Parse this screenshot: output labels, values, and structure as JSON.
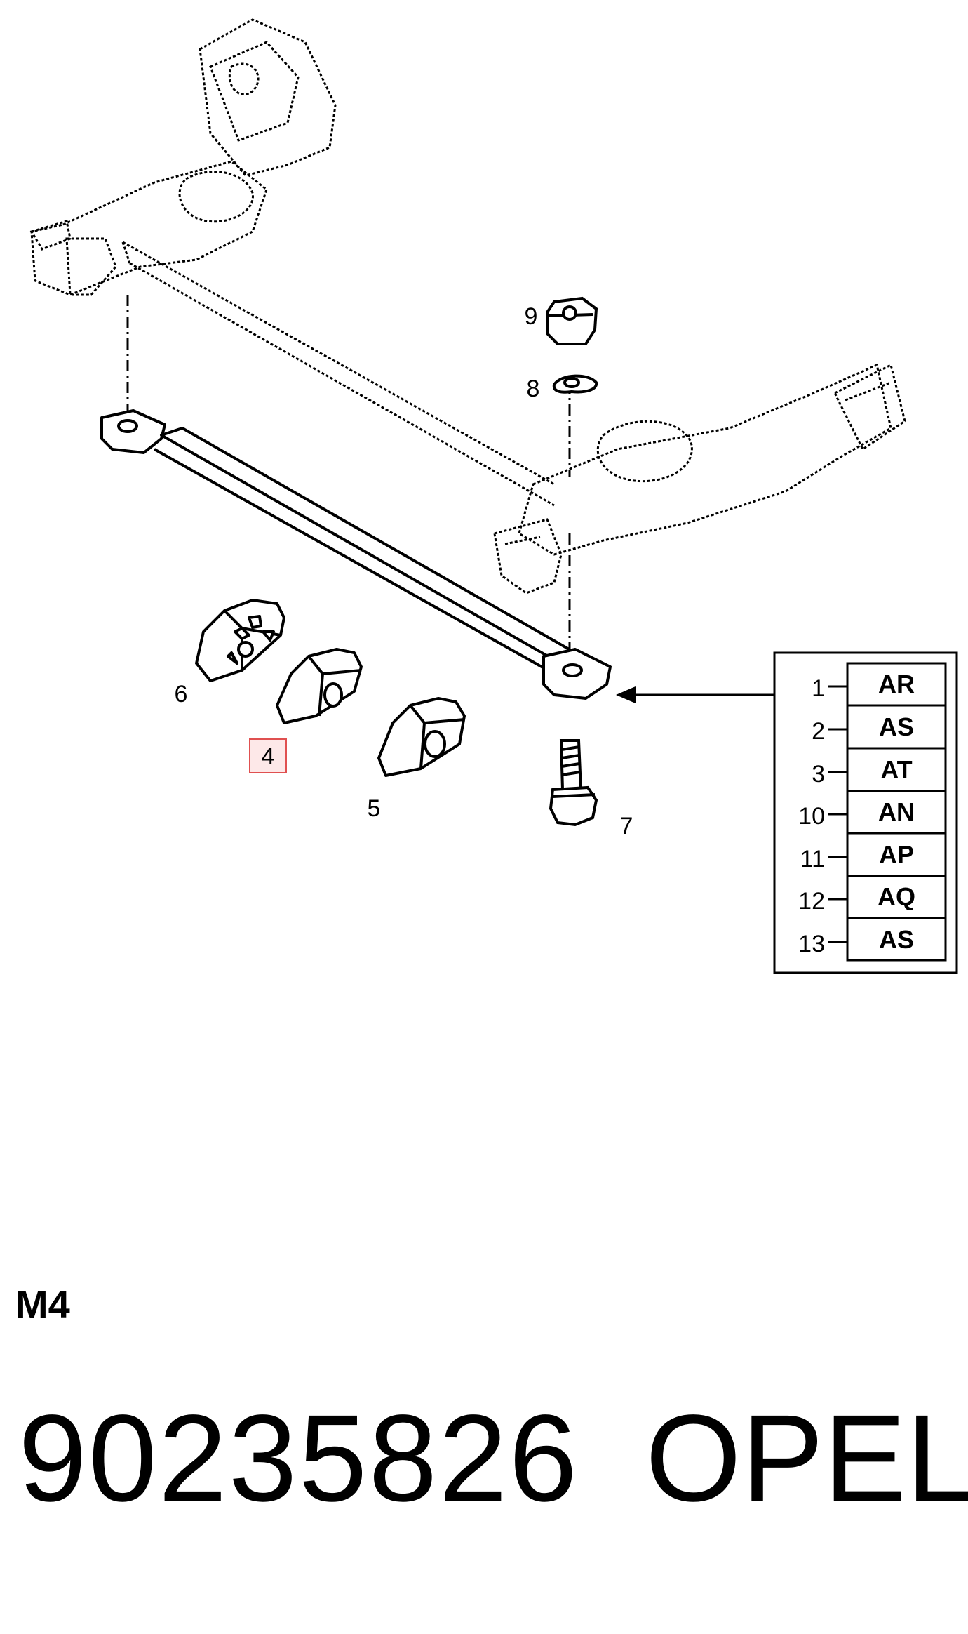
{
  "callouts": {
    "c4": "4",
    "c5": "5",
    "c6": "6",
    "c7": "7",
    "c8": "8",
    "c9": "9"
  },
  "variant_table": [
    {
      "ref": "1",
      "code": "AR"
    },
    {
      "ref": "2",
      "code": "AS"
    },
    {
      "ref": "3",
      "code": "AT"
    },
    {
      "ref": "10",
      "code": "AN"
    },
    {
      "ref": "11",
      "code": "AP"
    },
    {
      "ref": "12",
      "code": "AQ"
    },
    {
      "ref": "13",
      "code": "AS"
    }
  ],
  "section_code": "M4",
  "part_number": "90235826",
  "brand": "OPEL",
  "colors": {
    "ink": "#000000",
    "highlight_border": "#e05050",
    "highlight_fill": "#fde8e8"
  }
}
